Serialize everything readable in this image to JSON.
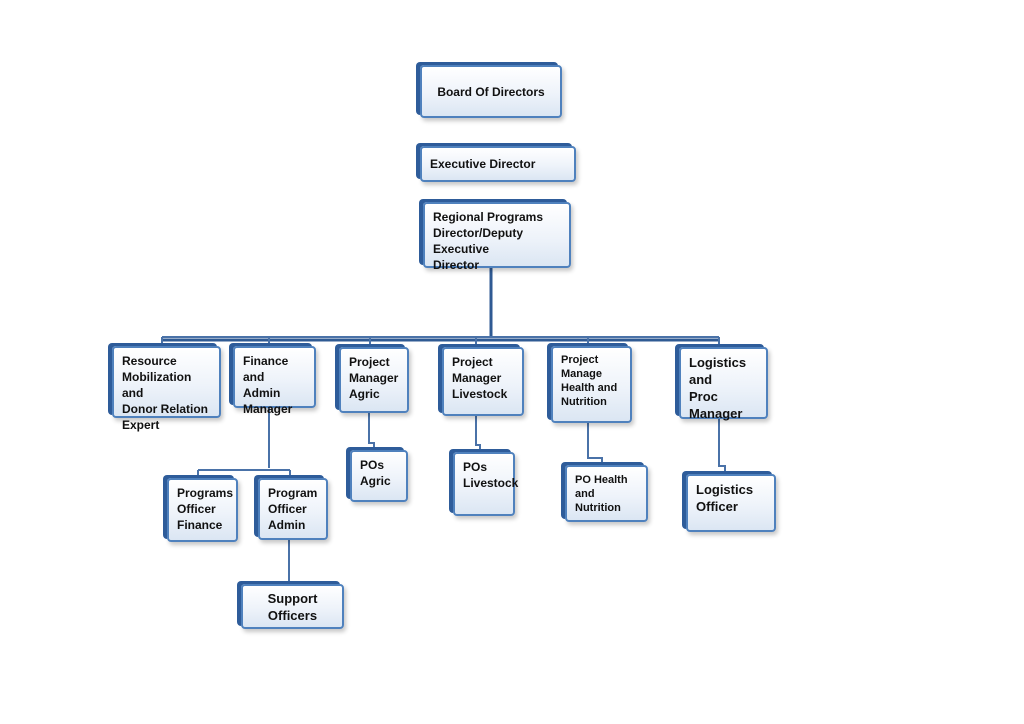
{
  "nodes": {
    "board": "Board Of Directors",
    "executive": "Executive Director",
    "regional": "Regional Programs\nDirector/Deputy Executive\nDirector",
    "resource": "Resource\nMobilization and\nDonor Relation\nExpert",
    "finance": "Finance and\nAdmin\nManager",
    "pm_agric": "Project\nManager\nAgric",
    "pm_livestock": "Project\nManager\nLivestock",
    "pm_health": "Project\nManage\nHealth and\nNutrition",
    "logistics_mgr": "Logistics and\nProc\nManager",
    "programs_officer": "Programs\nOfficer\nFinance",
    "program_officer_admin": "Program\nOfficer\nAdmin",
    "support": "Support Officers",
    "pos_agric": "POs\nAgric",
    "pos_livestock": "POs\nLivestock",
    "po_health": "PO Health and\nNutrition",
    "logistics_officer": "Logistics\nOfficer"
  }
}
